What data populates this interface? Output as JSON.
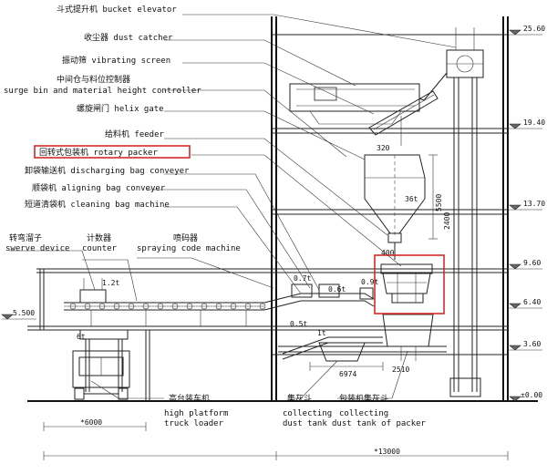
{
  "labels": {
    "bucket_elevator": "斗式提升机 bucket elevator",
    "dust_catcher": "收尘器 dust catcher",
    "vibrating_screen": "振动筛 vibrating screen",
    "surge_bin_cn": "中间仓与料位控制器",
    "surge_bin_en": "surge bin and material height controller",
    "helix_gate": "螺旋闸门 helix gate",
    "feeder": "给料机 feeder",
    "rotary_packer": "回转式包装机 rotary packer",
    "discharging_conveyer": "卸袋输送机 discharging bag conveyer",
    "aligning_conveyer": "顺袋机 aligning bag conveyer",
    "cleaning_machine": "短道清袋机 cleaning bag machine",
    "swerve_cn": "转弯溜子",
    "swerve_en": "swerve device",
    "counter_cn": "计数器",
    "counter_en": "counter",
    "spraying_cn": "喷码器",
    "spraying_en": "spraying code machine",
    "truck_cn": "高台装车机",
    "truck_en1": "high platform",
    "truck_en2": "truck loader",
    "dust_tank_cn": "集灰斗",
    "dust_tank_en1": "collecting",
    "dust_tank_en2": "dust tank",
    "packer_dust_cn": "包装机集灰斗",
    "packer_dust_en1": "collecting",
    "packer_dust_en2": "dust tank of packer"
  },
  "elevations": [
    "25.60",
    "19.40",
    "13.70",
    "9.60",
    "6.40",
    "3.60",
    "±0.00",
    "5.500"
  ],
  "dimensions": {
    "d320": "320",
    "d36t": "36t",
    "d5500": "5500",
    "d2400": "2400",
    "d400": "400",
    "d6974": "6974",
    "d2510": "2510",
    "d6000": "*6000",
    "d13000": "*13000",
    "d12t": "1.2t",
    "d07t": "0.7t",
    "d06t": "0.6t",
    "d09t": "0.9t",
    "d05t": "0.5t",
    "d1t": "1t",
    "d6t": "6t"
  }
}
